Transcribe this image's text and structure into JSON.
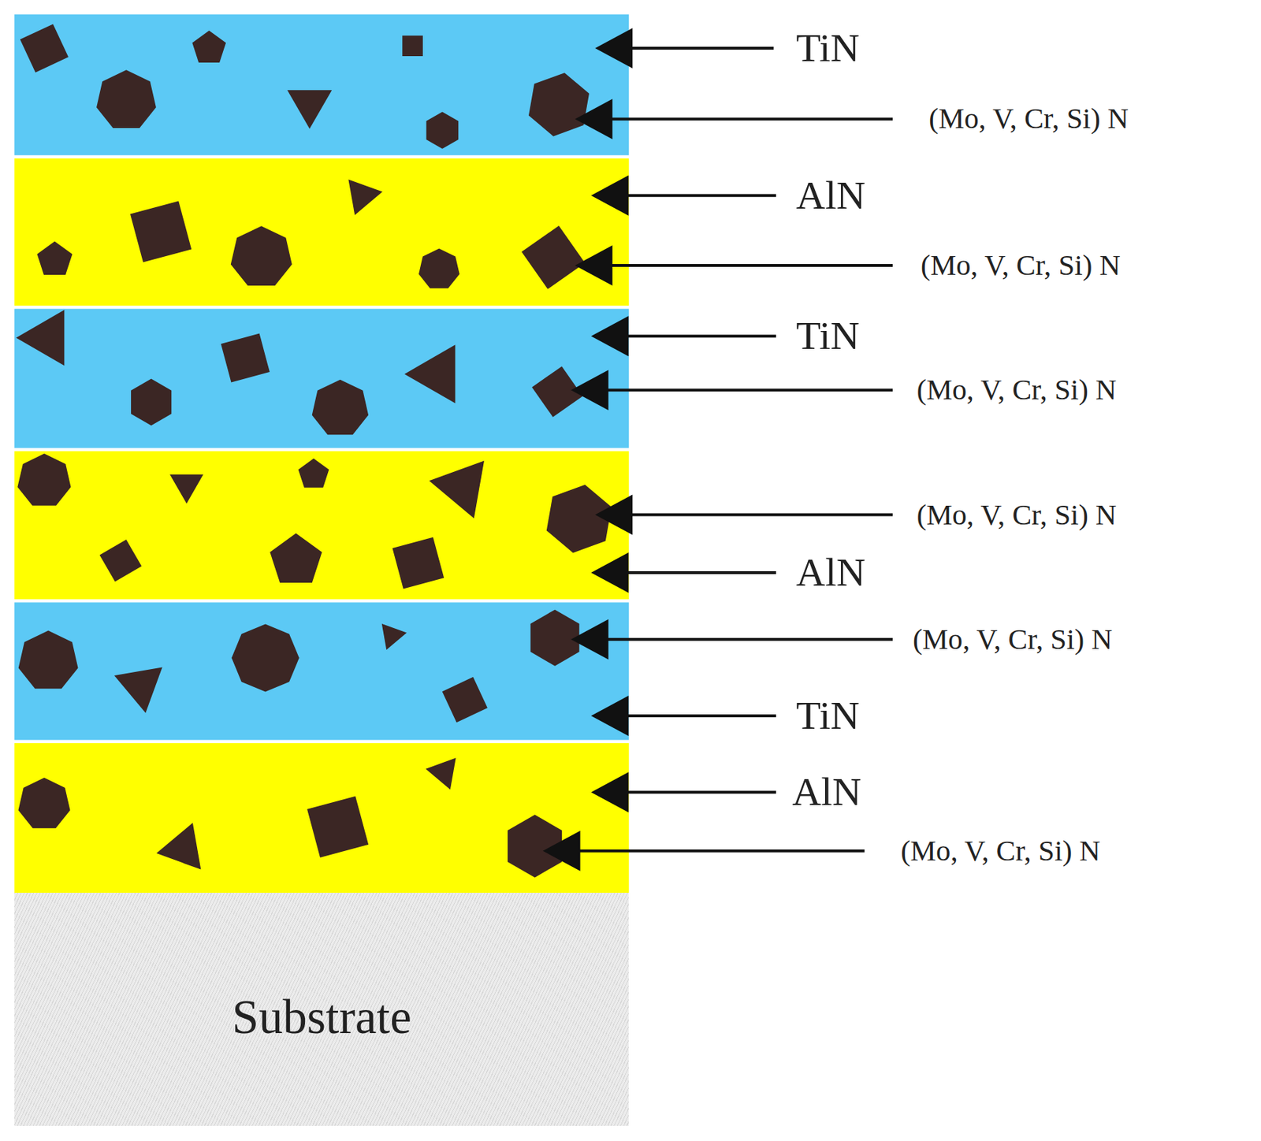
{
  "diagram": {
    "nodes": [
      {
        "text": [
          "Substrate"
        ]
      }
    ],
    "labels": [
      "TiN",
      "(Mo, V, Cr, Si) N",
      "AlN",
      "(Mo, V, Cr, Si) N",
      "TiN",
      "(Mo, V, Cr, Si) N",
      "(Mo, V, Cr, Si) N",
      "AlN",
      "(Mo, V, Cr, Si) N",
      "TiN",
      "AlN",
      "(Mo, V, Cr, Si) N"
    ]
  }
}
